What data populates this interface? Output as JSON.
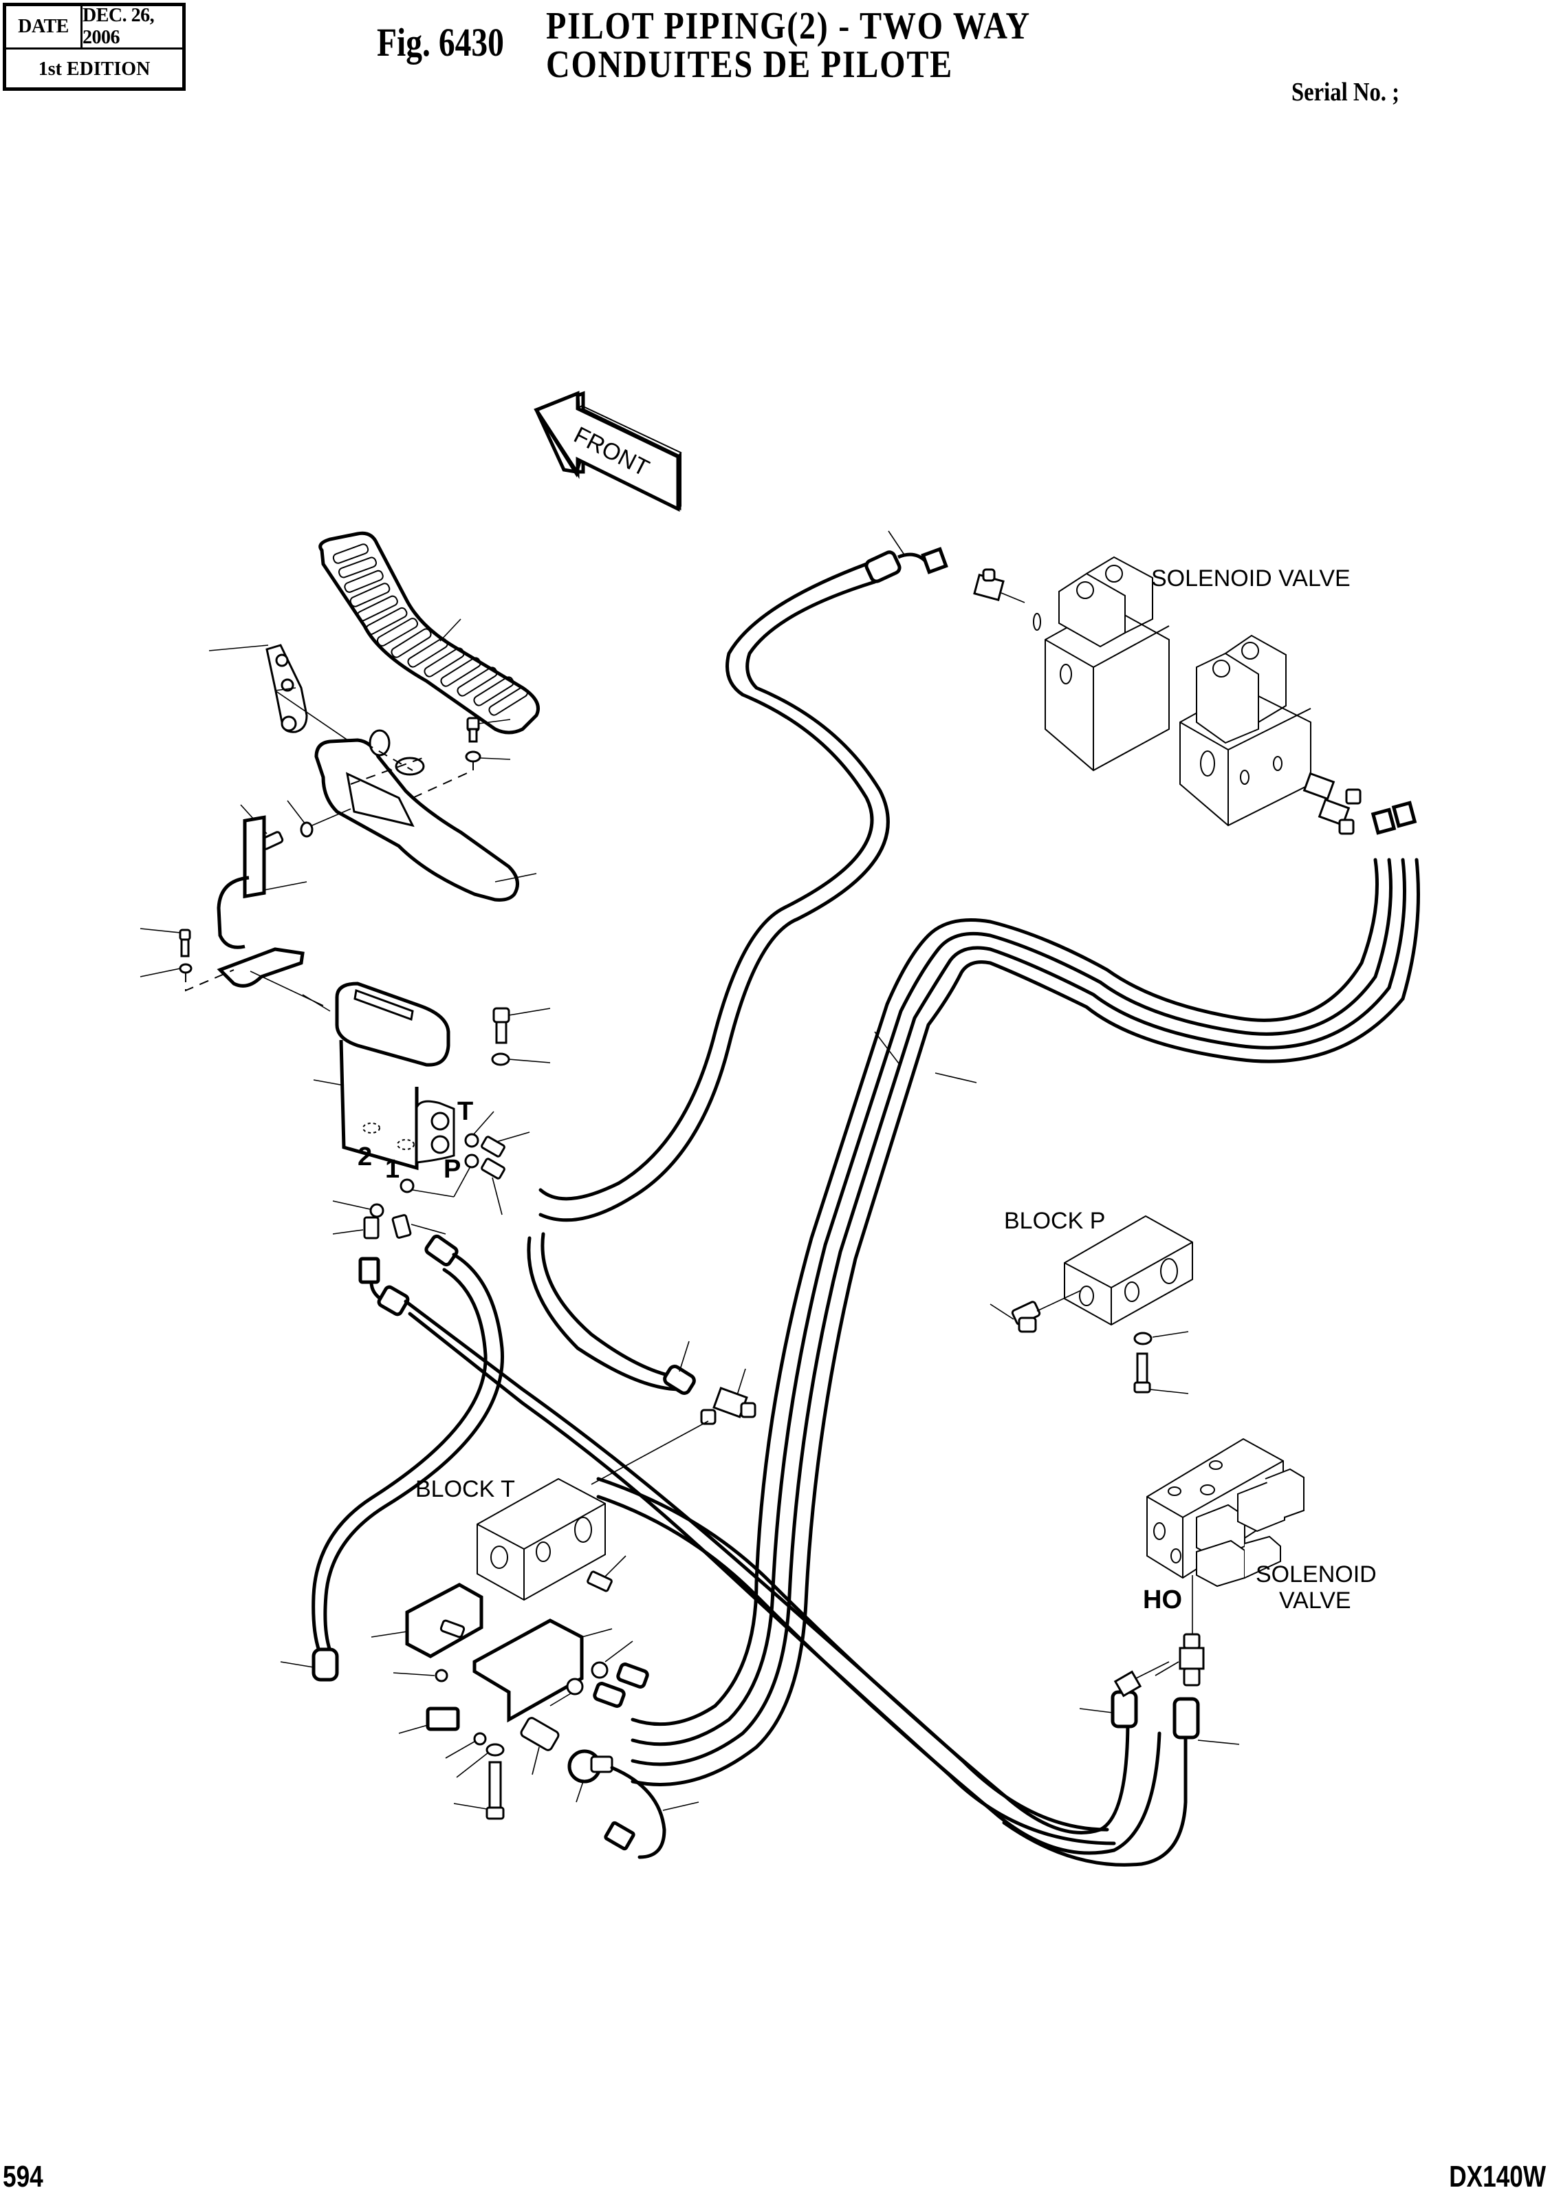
{
  "header": {
    "date_label": "DATE",
    "date_value": "DEC. 26, 2006",
    "edition": "1st EDITION",
    "figure_number": "Fig. 6430",
    "title_en": "PILOT PIPING(2) - TWO WAY",
    "title_fr": "CONDUITES DE PILOTE",
    "serial_label": "Serial No. ;"
  },
  "diagram": {
    "direction_arrow": "FRONT",
    "labels": {
      "solenoid_valve_top": "SOLENOID VALVE",
      "block_p": "BLOCK  P",
      "block_t": "BLOCK  T",
      "solenoid_valve_bottom_line1": "SOLENOID",
      "solenoid_valve_bottom_line2": "VALVE",
      "port_ho": "HO",
      "port_t": "T",
      "port_p": "P",
      "port_1": "1",
      "port_2": "2"
    },
    "components": [
      "pedal-pad-icon",
      "pedal-lever-icon",
      "pedal-link-icon",
      "pedal-bracket-icon",
      "pedal-valve-icon",
      "solenoid-valve-pair-upper-icon",
      "solenoid-valve-pair-lower-icon",
      "block-p-icon",
      "block-t-icon",
      "solenoid-valve-bank-icon",
      "pressure-switch-icon",
      "hose-icon",
      "tee-fitting-icon",
      "elbow-fitting-icon",
      "bolt-icon",
      "washer-icon",
      "o-ring-icon"
    ]
  },
  "footer": {
    "page_number": "594",
    "model": "DX140W"
  }
}
